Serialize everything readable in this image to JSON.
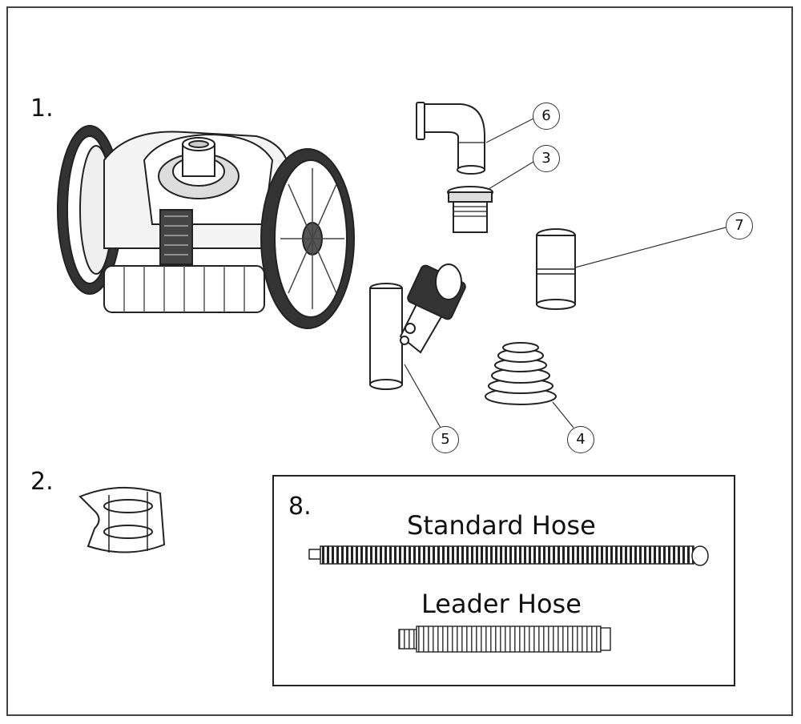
{
  "parts": {
    "p1": "1.",
    "p2": "2.",
    "p8": "8."
  },
  "callouts": {
    "c3": "3",
    "c4": "4",
    "c5": "5",
    "c6": "6",
    "c7": "7"
  },
  "hoses": {
    "standard": "Standard Hose",
    "leader": "Leader Hose"
  }
}
